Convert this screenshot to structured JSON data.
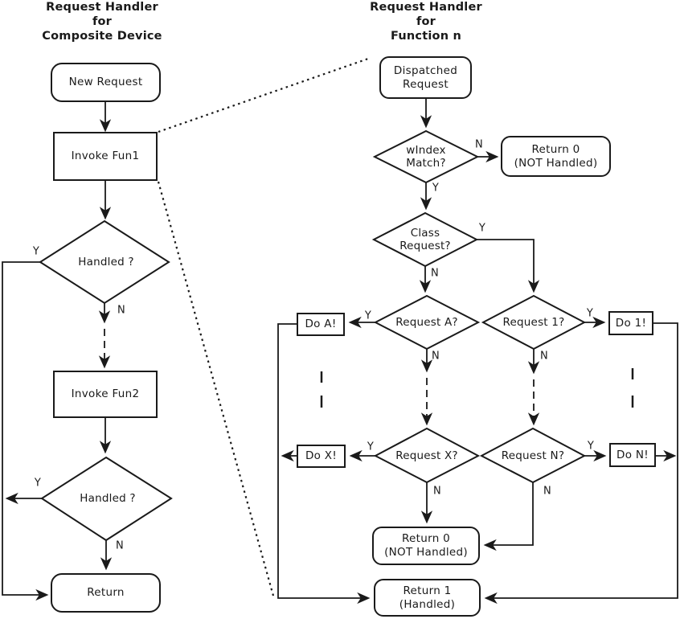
{
  "colors": {
    "stroke": "#1a1a1a",
    "background": "#ffffff"
  },
  "labels": {
    "yes": "Y",
    "no": "N"
  },
  "left_panel": {
    "title": "Request Handler\nfor\nComposite Device",
    "new_request": "New Request",
    "invoke_fun1": "Invoke Fun1",
    "handled_1": "Handled ?",
    "invoke_fun2": "Invoke Fun2",
    "handled_2": "Handled ?",
    "return_label": "Return"
  },
  "right_panel": {
    "title": "Request Handler\nfor\nFunction n",
    "dispatched": "Dispatched\nRequest",
    "windex_match": "wIndex\nMatch?",
    "return0_top": "Return 0\n(NOT Handled)",
    "class_request": "Class\nRequest?",
    "request_a": "Request A?",
    "do_a": "Do A!",
    "request_x": "Request X?",
    "do_x": "Do X!",
    "request_1": "Request 1?",
    "do_1": "Do 1!",
    "request_n": "Request N?",
    "do_n": "Do N!",
    "return0_bottom": "Return 0\n(NOT Handled)",
    "return1": "Return 1\n(Handled)"
  }
}
